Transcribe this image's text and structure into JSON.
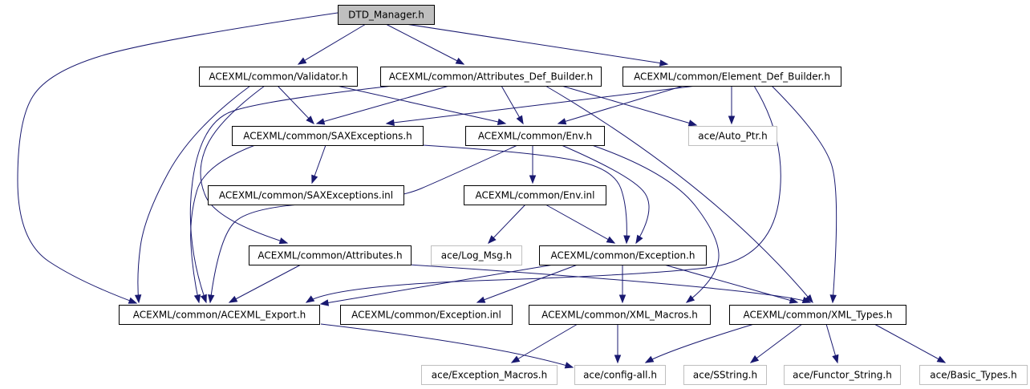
{
  "diagram": {
    "nodes": [
      {
        "id": "dtd_manager",
        "label": "DTD_Manager.h",
        "kind": "root"
      },
      {
        "id": "validator",
        "label": "ACEXML/common/Validator.h",
        "kind": "documented"
      },
      {
        "id": "attr_def_builder",
        "label": "ACEXML/common/Attributes_Def_Builder.h",
        "kind": "documented"
      },
      {
        "id": "elem_def_builder",
        "label": "ACEXML/common/Element_Def_Builder.h",
        "kind": "documented"
      },
      {
        "id": "saxexceptions",
        "label": "ACEXML/common/SAXExceptions.h",
        "kind": "documented"
      },
      {
        "id": "env",
        "label": "ACEXML/common/Env.h",
        "kind": "documented"
      },
      {
        "id": "auto_ptr",
        "label": "ace/Auto_Ptr.h",
        "kind": "external"
      },
      {
        "id": "saxexceptions_inl",
        "label": "ACEXML/common/SAXExceptions.inl",
        "kind": "documented"
      },
      {
        "id": "env_inl",
        "label": "ACEXML/common/Env.inl",
        "kind": "documented"
      },
      {
        "id": "attributes",
        "label": "ACEXML/common/Attributes.h",
        "kind": "documented"
      },
      {
        "id": "log_msg",
        "label": "ace/Log_Msg.h",
        "kind": "external"
      },
      {
        "id": "exception",
        "label": "ACEXML/common/Exception.h",
        "kind": "documented"
      },
      {
        "id": "acexml_export",
        "label": "ACEXML/common/ACEXML_Export.h",
        "kind": "documented"
      },
      {
        "id": "exception_inl",
        "label": "ACEXML/common/Exception.inl",
        "kind": "documented"
      },
      {
        "id": "xml_macros",
        "label": "ACEXML/common/XML_Macros.h",
        "kind": "documented"
      },
      {
        "id": "xml_types",
        "label": "ACEXML/common/XML_Types.h",
        "kind": "documented"
      },
      {
        "id": "exception_macros",
        "label": "ace/Exception_Macros.h",
        "kind": "external"
      },
      {
        "id": "config_all",
        "label": "ace/config-all.h",
        "kind": "external"
      },
      {
        "id": "sstring",
        "label": "ace/SString.h",
        "kind": "external"
      },
      {
        "id": "functor_string",
        "label": "ace/Functor_String.h",
        "kind": "external"
      },
      {
        "id": "basic_types",
        "label": "ace/Basic_Types.h",
        "kind": "external"
      }
    ],
    "edges": [
      {
        "from": "dtd_manager",
        "to": "validator"
      },
      {
        "from": "dtd_manager",
        "to": "attr_def_builder"
      },
      {
        "from": "dtd_manager",
        "to": "elem_def_builder"
      },
      {
        "from": "dtd_manager",
        "to": "acexml_export"
      },
      {
        "from": "validator",
        "to": "saxexceptions"
      },
      {
        "from": "validator",
        "to": "env"
      },
      {
        "from": "validator",
        "to": "acexml_export"
      },
      {
        "from": "validator",
        "to": "attributes"
      },
      {
        "from": "attr_def_builder",
        "to": "saxexceptions"
      },
      {
        "from": "attr_def_builder",
        "to": "env"
      },
      {
        "from": "attr_def_builder",
        "to": "auto_ptr"
      },
      {
        "from": "attr_def_builder",
        "to": "acexml_export"
      },
      {
        "from": "attr_def_builder",
        "to": "xml_types"
      },
      {
        "from": "elem_def_builder",
        "to": "saxexceptions"
      },
      {
        "from": "elem_def_builder",
        "to": "env"
      },
      {
        "from": "elem_def_builder",
        "to": "auto_ptr"
      },
      {
        "from": "elem_def_builder",
        "to": "xml_types"
      },
      {
        "from": "elem_def_builder",
        "to": "acexml_export"
      },
      {
        "from": "saxexceptions",
        "to": "saxexceptions_inl"
      },
      {
        "from": "saxexceptions",
        "to": "exception"
      },
      {
        "from": "saxexceptions",
        "to": "acexml_export"
      },
      {
        "from": "env",
        "to": "env_inl"
      },
      {
        "from": "env",
        "to": "exception"
      },
      {
        "from": "env",
        "to": "acexml_export"
      },
      {
        "from": "env",
        "to": "xml_macros"
      },
      {
        "from": "env_inl",
        "to": "log_msg"
      },
      {
        "from": "env_inl",
        "to": "exception"
      },
      {
        "from": "attributes",
        "to": "acexml_export"
      },
      {
        "from": "attributes",
        "to": "xml_types"
      },
      {
        "from": "exception",
        "to": "acexml_export"
      },
      {
        "from": "exception",
        "to": "exception_inl"
      },
      {
        "from": "exception",
        "to": "xml_macros"
      },
      {
        "from": "exception",
        "to": "xml_types"
      },
      {
        "from": "acexml_export",
        "to": "config_all"
      },
      {
        "from": "xml_macros",
        "to": "exception_macros"
      },
      {
        "from": "xml_macros",
        "to": "config_all"
      },
      {
        "from": "xml_types",
        "to": "config_all"
      },
      {
        "from": "xml_types",
        "to": "sstring"
      },
      {
        "from": "xml_types",
        "to": "functor_string"
      },
      {
        "from": "xml_types",
        "to": "basic_types"
      }
    ],
    "colors": {
      "edge": "#191970",
      "root_fill": "#bfbfbf",
      "documented_border": "#000000",
      "external_border": "#bfbfbf",
      "documented_text": "#000000",
      "external_text": "#000000"
    }
  }
}
